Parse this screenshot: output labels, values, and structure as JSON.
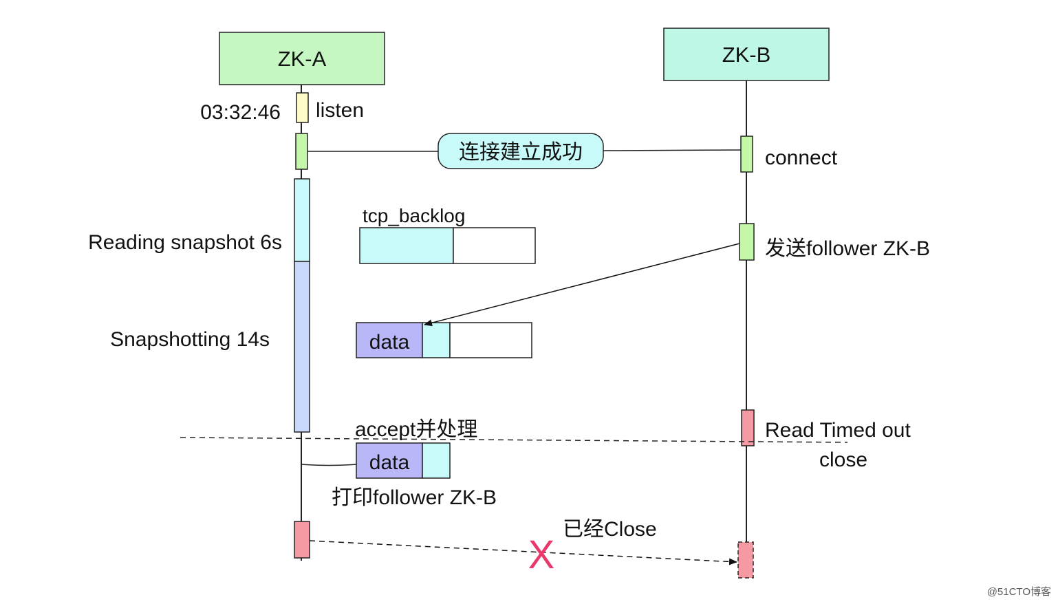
{
  "participants": {
    "a_name": "ZK-A",
    "b_name": "ZK-B"
  },
  "labels": {
    "start_time": "03:32:46",
    "listen": "listen",
    "connect_ok": "连接建立成功",
    "connect": "connect",
    "tcp_backlog": "tcp_backlog",
    "reading_snapshot": "Reading snapshot 6s",
    "send_follower": "发送follower ZK-B",
    "snapshotting": "Snapshotting 14s",
    "data_1": "data",
    "accept_process": "accept并处理",
    "read_timed_out": "Read Timed out",
    "close": "close",
    "data_2": "data",
    "print_follower": "打印follower ZK-B",
    "already_closed": "已经Close",
    "fail_mark": "X",
    "watermark": "@51CTO博客"
  },
  "colors": {
    "zk_a_fill": "#c6f7c2",
    "zk_b_fill": "#bff7e6",
    "listen_fill": "#fdfbc8",
    "connect_fill": "#c4f7a8",
    "reading_fill": "#c8fafb",
    "snapshot_fill": "#c7d8fb",
    "pill_fill": "#c8fafa",
    "queue_fill": "#c8fafa",
    "data_fill": "#b9b7f7",
    "error_fill": "#f59aa3",
    "listen_text": "#7b3fbf",
    "fail_mark": "#e83a6a"
  }
}
